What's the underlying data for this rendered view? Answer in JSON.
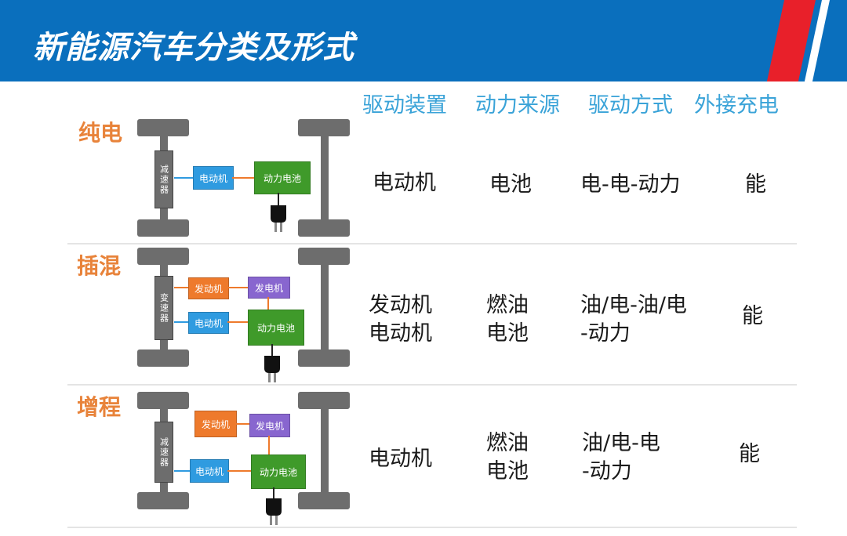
{
  "header": {
    "title": "新能源汽车分类及形式",
    "colors": {
      "banner": "#0a6fbd",
      "accent_red": "#e8202a"
    }
  },
  "columns": [
    "驱动装置",
    "动力来源",
    "驱动方式",
    "外接充电"
  ],
  "rows": [
    {
      "type": "纯电",
      "diagram": {
        "gearbox": "减速器",
        "motor": "电动机",
        "battery": "动力电池"
      },
      "drive_device": [
        "电动机"
      ],
      "power_source": [
        "电池"
      ],
      "drive_mode": [
        "电-电-动力"
      ],
      "external_charging": "能"
    },
    {
      "type": "插混",
      "diagram": {
        "gearbox": "变速器",
        "engine": "发动机",
        "generator": "发电机",
        "motor": "电动机",
        "battery": "动力电池"
      },
      "drive_device": [
        "发动机",
        "电动机"
      ],
      "power_source": [
        "燃油",
        "电池"
      ],
      "drive_mode": [
        "油/电-油/电",
        "-动力"
      ],
      "external_charging": "能"
    },
    {
      "type": "增程",
      "diagram": {
        "gearbox": "减速器",
        "engine": "发动机",
        "generator": "发电机",
        "motor": "电动机",
        "battery": "动力电池"
      },
      "drive_device": [
        "电动机"
      ],
      "power_source": [
        "燃油",
        "电池"
      ],
      "drive_mode": [
        "油/电-电",
        "-动力"
      ],
      "external_charging": "能"
    }
  ]
}
